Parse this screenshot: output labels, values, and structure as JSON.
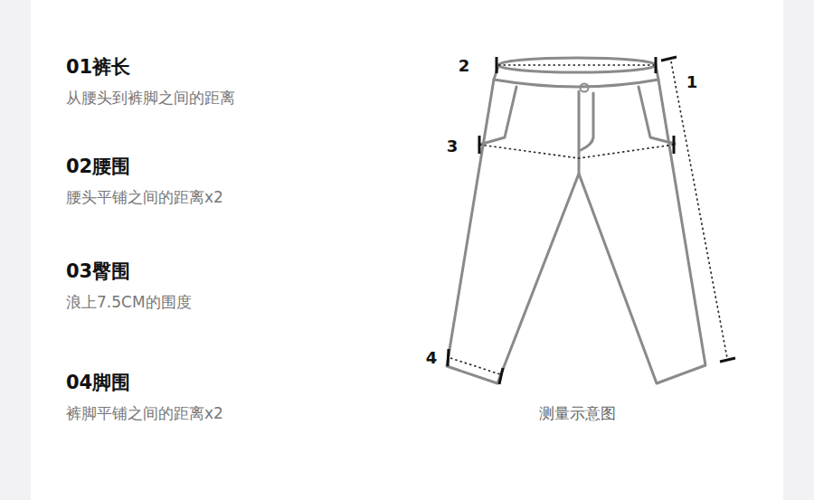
{
  "diagram": {
    "caption": "测量示意图",
    "labels": [
      "01裤长",
      "从腰头到裤脚之间的距离",
      "02腰围",
      "腰头平铺之间的距离x2",
      "03臀围",
      "浪上7.5CM的围度",
      "04脚围",
      "裤脚平铺之间的距离x2",
      "2",
      "1",
      "3",
      "4"
    ]
  }
}
